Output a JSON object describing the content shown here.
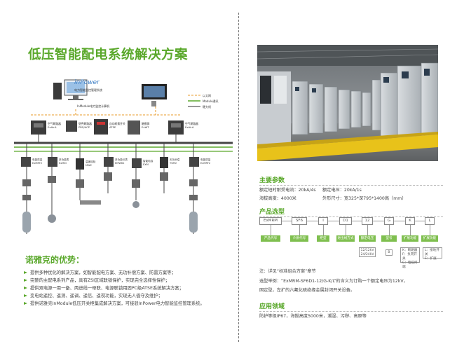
{
  "left": {
    "title": "低压智能配电系统解决方案",
    "diagram": {
      "brand": "inPower",
      "brand_sub": "电力智能监控管理系统",
      "monitor_label": "InModule电力监控计算机",
      "legend": [
        "以太网",
        "Module通讯",
        "硬力线"
      ],
      "devices": [
        {
          "name": "空气断路器",
          "model": "ExAirA"
        },
        {
          "name": "塑壳断路器",
          "model": "PRS/ACP"
        },
        {
          "name": "自动转换开关",
          "model": "ATSE"
        },
        {
          "name": "触摸屏",
          "model": "ExWT"
        },
        {
          "name": "空气断路器",
          "model": "ExAirA"
        },
        {
          "name": "电能质量",
          "model": "ExMRT2"
        },
        {
          "name": "多功能表",
          "model": "ExMIII"
        },
        {
          "name": "温度巡检",
          "model": "MW2"
        },
        {
          "name": "多功能仪表",
          "model": "EMW61"
        },
        {
          "name": "智能电容",
          "model": "EXM"
        },
        {
          "name": "无功补偿",
          "model": "TSMV"
        },
        {
          "name": "电能质量",
          "model": "ExMRT2"
        }
      ]
    },
    "advantages_title": "诺雅克的优势：",
    "advantages": [
      "提供多种优化的解决方案，如智能配电方案、无功补偿方案、防雷方案等；",
      "完整的主配电系列产品，具有ZSI区域联锁保护，实现完全选择性保护；",
      "提供双电源一用一备、两进线一母联、电源联锁用固PC级ATSE系统解决方案；",
      "变电站遥控、遥测、遥调、遥信、遥视功能，实现无人值守及维护；",
      "提供诺雅克InModule低压开关柜集成解决方案，可接驳InPower电力智能监控管理系统。"
    ]
  },
  "right": {
    "main_params_title": "主要参数",
    "params": [
      "额定短时耐受电流：20kA/4s",
      "额定电压：20kA/1s",
      "海拔高度：4000米",
      "外形尺寸：宽325*深795*1400高（mm）"
    ],
    "selection_title": "产品选型",
    "model_parts": [
      "ExMRM",
      "SF6",
      "I",
      "D1",
      "12",
      "G",
      "K",
      "L"
    ],
    "model_descriptions": [
      "产品代号",
      "介质代号",
      "柜型",
      "进出线方式",
      "额定电压",
      "型号",
      "扩展功能",
      "扩展功能"
    ],
    "voltage_options": [
      "12/12kV",
      "24/24kV"
    ],
    "model_sub": "B",
    "k_options": [
      "K：断路器",
      "F：负荷开关",
      "C：电缆终端"
    ],
    "l_options": [
      "L：接地开关",
      "E：扩展"
    ],
    "note_lines": [
      "注：详见“标准组合方案”章节",
      "选型举例：“ExMRM-SF6D1-12/G-K/L”的含义为订购一个额定电压为12kV，",
      "固定型，左扩的六氟化硫绝缘金属封闭开关设备。"
    ],
    "application_title": "应用领域",
    "application_text": "防护等级IP67，海拔高度5000米，潮湿、污秽、高原等"
  },
  "colors": {
    "brand_green": "#5aa82b",
    "light_green": "#7fbf4f"
  }
}
